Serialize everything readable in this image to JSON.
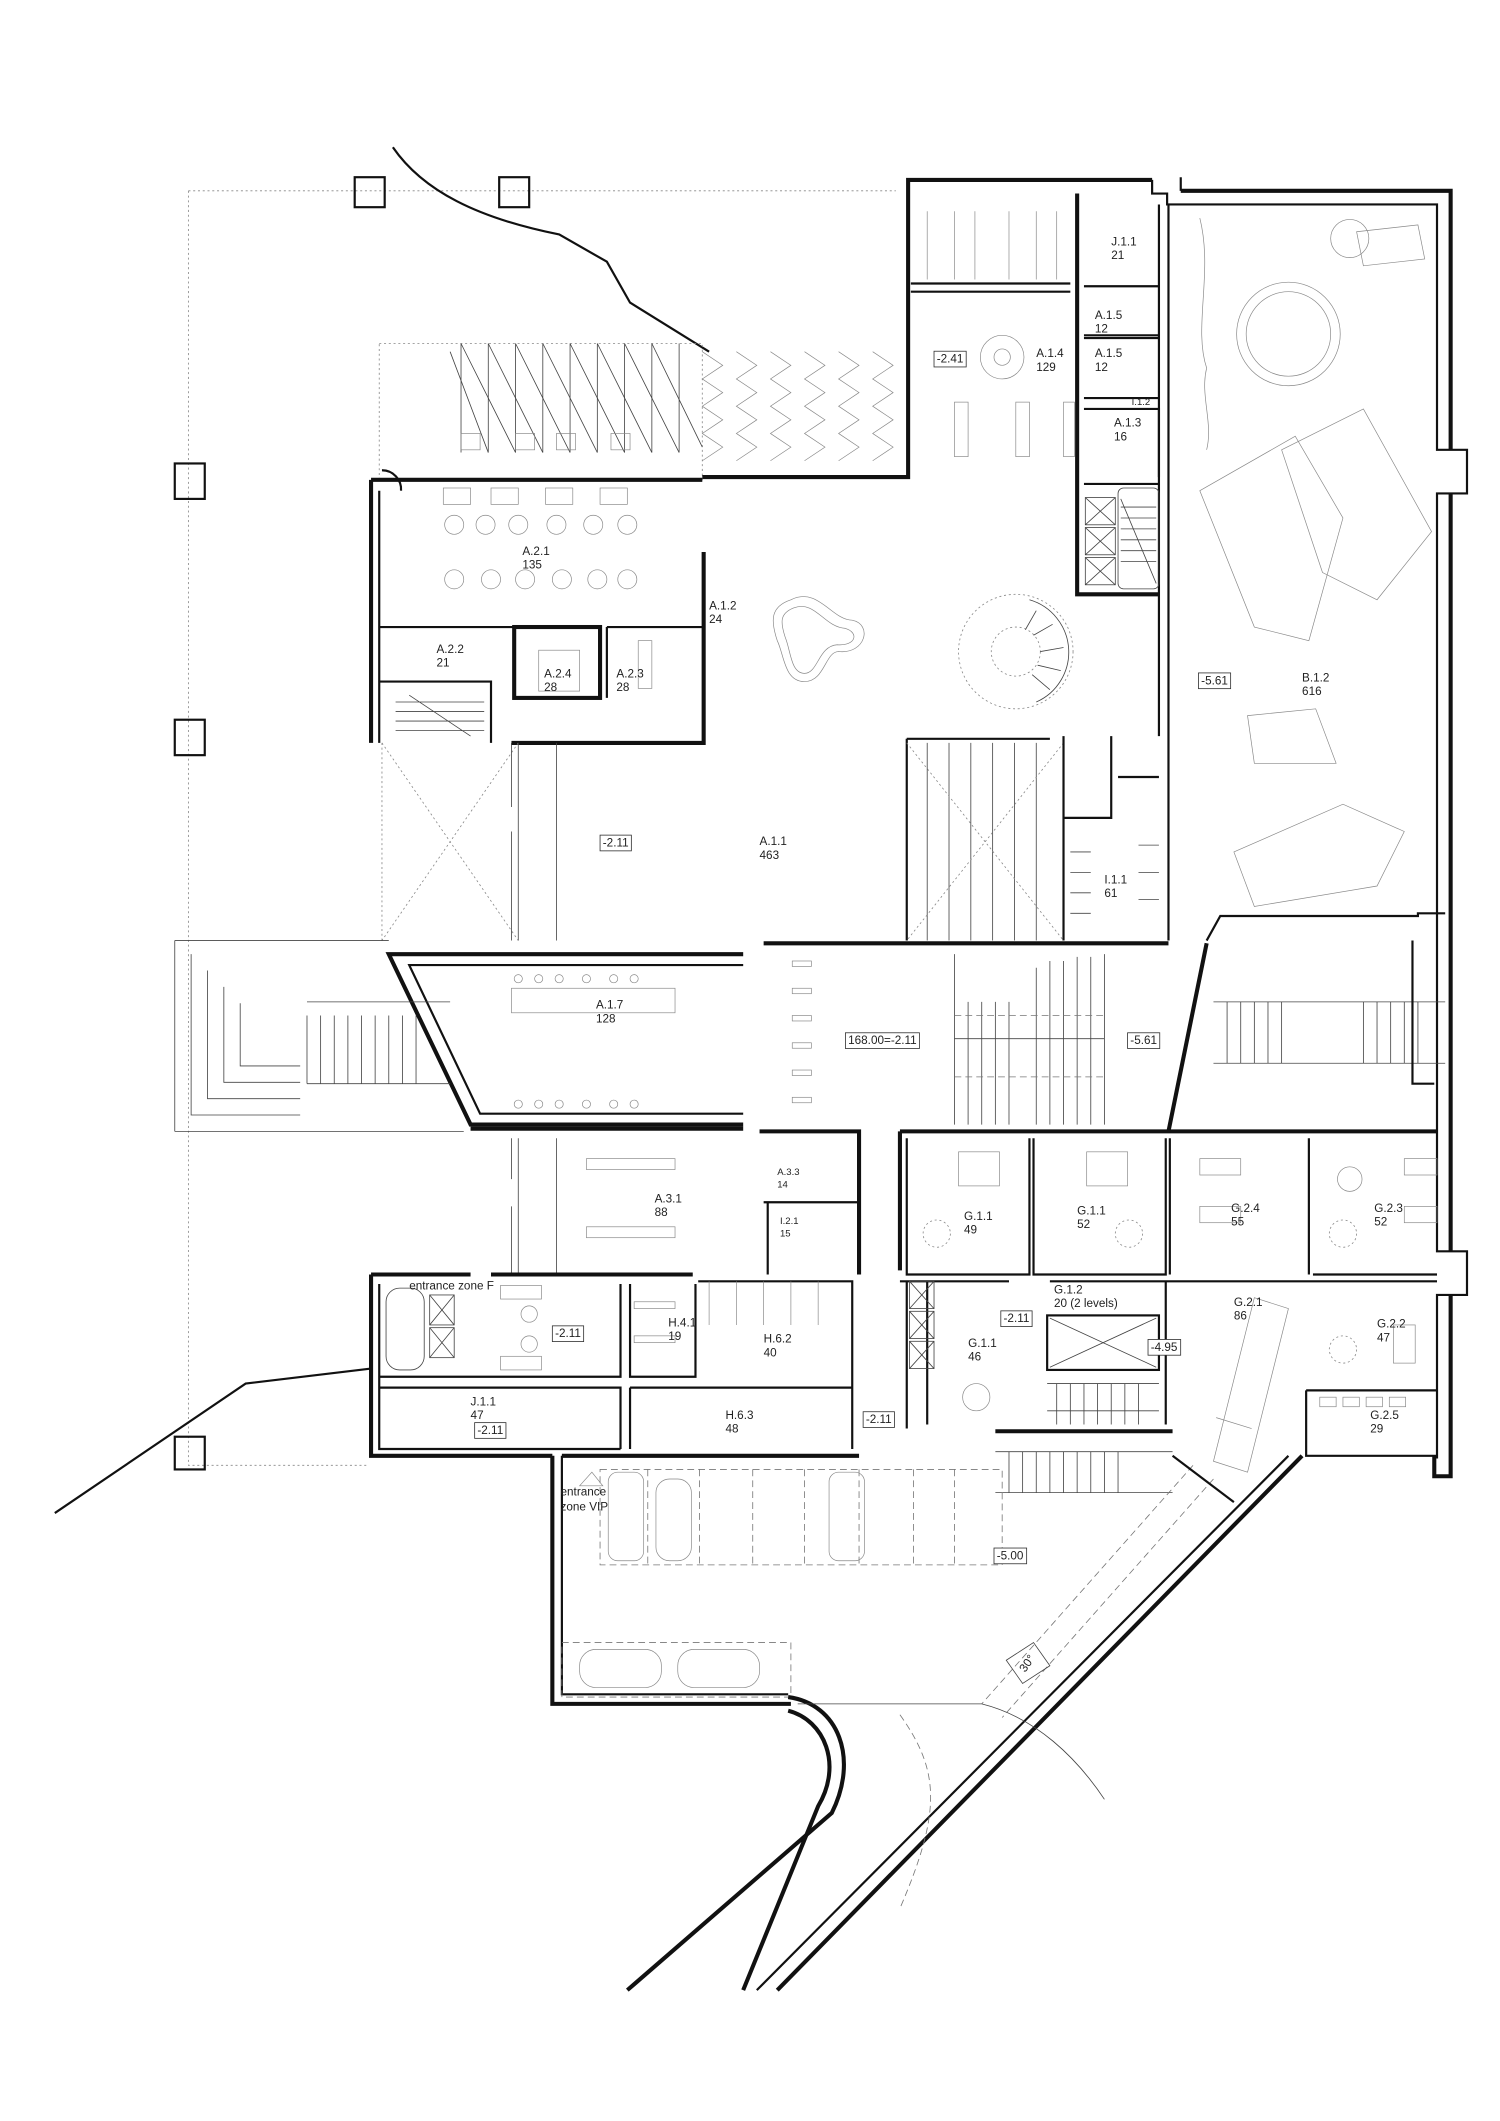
{
  "plan": {
    "rooms": [
      {
        "code": "J.1.1",
        "area": "21"
      },
      {
        "code": "A.1.5",
        "area": "12"
      },
      {
        "code": "A.1.5",
        "area": "12"
      },
      {
        "code": "A.1.4",
        "area": "129"
      },
      {
        "code": "A.1.3",
        "area": "16"
      },
      {
        "code": "A.2.1",
        "area": "135"
      },
      {
        "code": "A.1.2",
        "area": "24"
      },
      {
        "code": "A.2.2",
        "area": "21"
      },
      {
        "code": "A.2.4",
        "area": "28"
      },
      {
        "code": "A.2.3",
        "area": "28"
      },
      {
        "code": "B.1.2",
        "area": "616"
      },
      {
        "code": "A.1.1",
        "area": "463"
      },
      {
        "code": "I.1.1",
        "area": "61"
      },
      {
        "code": "A.1.7",
        "area": "128"
      },
      {
        "code": "A.3.3",
        "area": "14"
      },
      {
        "code": "A.3.1",
        "area": "88"
      },
      {
        "code": "I.2.1",
        "area": "15"
      },
      {
        "code": "G.1.1",
        "area": "49"
      },
      {
        "code": "G.1.1",
        "area": "52"
      },
      {
        "code": "G.2.4",
        "area": "55"
      },
      {
        "code": "G.2.3",
        "area": "52"
      },
      {
        "code": "G.1.2",
        "area": "20 (2 levels)"
      },
      {
        "code": "G.2.1",
        "area": "86"
      },
      {
        "code": "G.2.2",
        "area": "47"
      },
      {
        "code": "H.4.1",
        "area": "19"
      },
      {
        "code": "H.6.2",
        "area": "40"
      },
      {
        "code": "G.1.1",
        "area": "46"
      },
      {
        "code": "G.2.5",
        "area": "29"
      },
      {
        "code": "J.1.1",
        "area": "47"
      },
      {
        "code": "H.6.3",
        "area": "48"
      }
    ],
    "small_labels": {
      "wc": "I.1.2"
    },
    "elevations": [
      "-2.41",
      "-5.61",
      "-2.11",
      "168.00=-2.11",
      "-5.61",
      "-2.11",
      "-2.11",
      "-4.95",
      "-2.11",
      "-2.11",
      "-5.00"
    ],
    "zones": {
      "entrance_f": "entrance zone F",
      "entrance_vip_1": "entrance",
      "entrance_vip_2": "zone VIP"
    },
    "ramp_angle": "30°"
  }
}
